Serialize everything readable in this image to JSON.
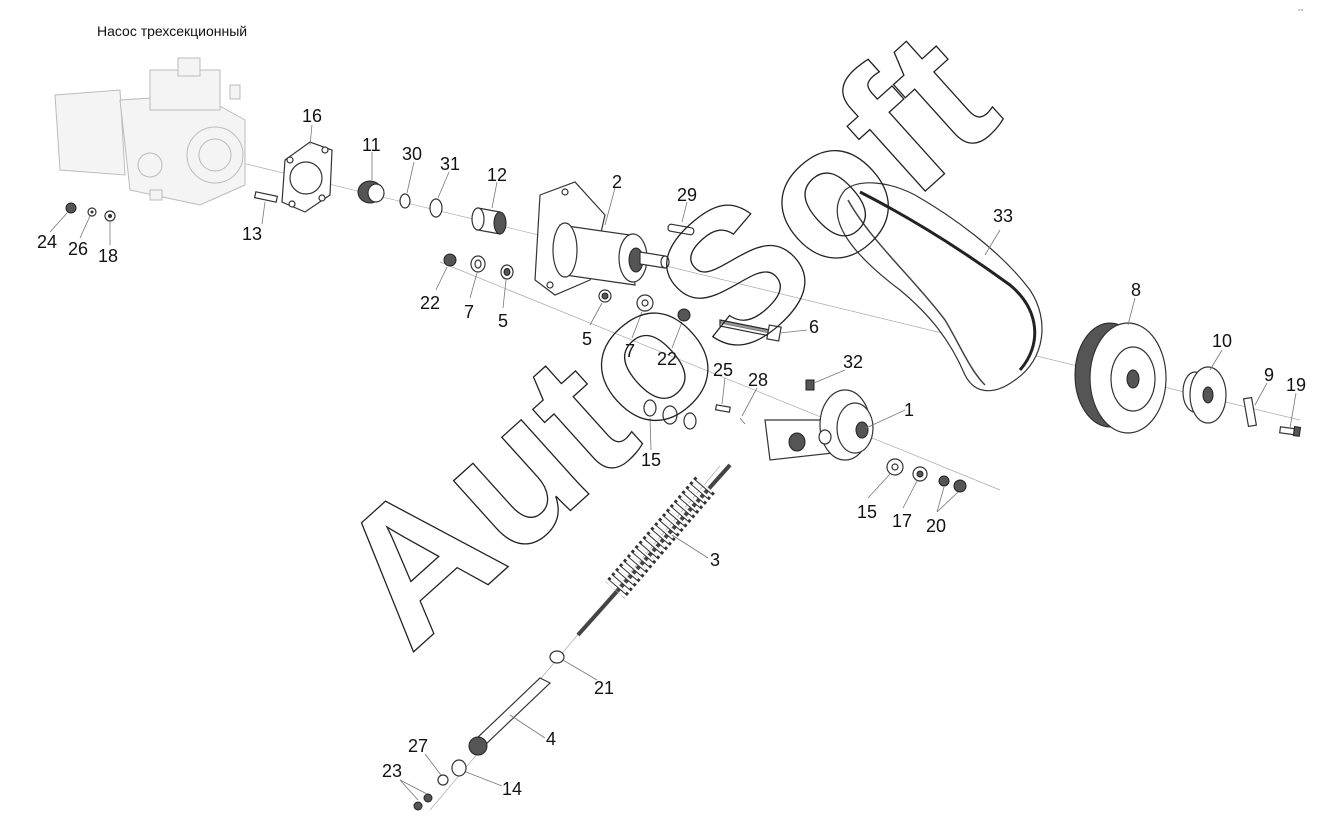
{
  "title": "Насос трехсекционный",
  "watermark": "AutoSoft",
  "callouts": [
    {
      "id": "c1",
      "text": "1"
    },
    {
      "id": "c2",
      "text": "2"
    },
    {
      "id": "c3",
      "text": "3"
    },
    {
      "id": "c4",
      "text": "4"
    },
    {
      "id": "c5a",
      "text": "5"
    },
    {
      "id": "c5b",
      "text": "5"
    },
    {
      "id": "c6",
      "text": "6"
    },
    {
      "id": "c7a",
      "text": "7"
    },
    {
      "id": "c7b",
      "text": "7"
    },
    {
      "id": "c8",
      "text": "8"
    },
    {
      "id": "c9",
      "text": "9"
    },
    {
      "id": "c10",
      "text": "10"
    },
    {
      "id": "c11",
      "text": "11"
    },
    {
      "id": "c12",
      "text": "12"
    },
    {
      "id": "c13",
      "text": "13"
    },
    {
      "id": "c14",
      "text": "14"
    },
    {
      "id": "c15a",
      "text": "15"
    },
    {
      "id": "c15b",
      "text": "15"
    },
    {
      "id": "c16",
      "text": "16"
    },
    {
      "id": "c17",
      "text": "17"
    },
    {
      "id": "c18",
      "text": "18"
    },
    {
      "id": "c19",
      "text": "19"
    },
    {
      "id": "c20",
      "text": "20"
    },
    {
      "id": "c21",
      "text": "21"
    },
    {
      "id": "c22a",
      "text": "22"
    },
    {
      "id": "c22b",
      "text": "22"
    },
    {
      "id": "c23",
      "text": "23"
    },
    {
      "id": "c24",
      "text": "24"
    },
    {
      "id": "c25",
      "text": "25"
    },
    {
      "id": "c26",
      "text": "26"
    },
    {
      "id": "c27",
      "text": "27"
    },
    {
      "id": "c28",
      "text": "28"
    },
    {
      "id": "c29",
      "text": "29"
    },
    {
      "id": "c30",
      "text": "30"
    },
    {
      "id": "c31",
      "text": "31"
    },
    {
      "id": "c32",
      "text": "32"
    },
    {
      "id": "c33",
      "text": "33"
    }
  ]
}
